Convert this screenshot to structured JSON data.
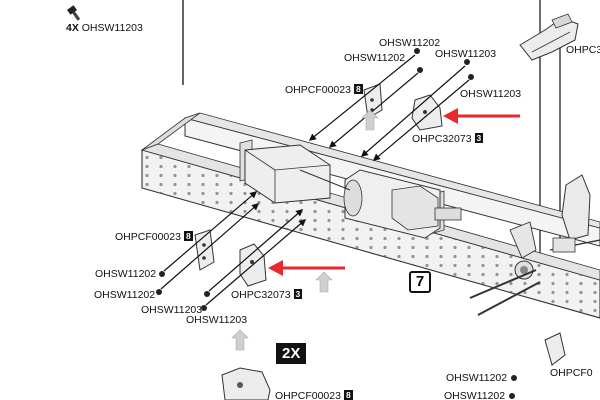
{
  "labels": {
    "qty_top": "4X",
    "ohsw11203": "OHSW11203",
    "ohsw11202": "OHSW11202",
    "ohpcf00023": "OHPCF00023",
    "ohpc32073": "OHPC32073",
    "ohpc_cut": "OHPC3",
    "ohpcf_cut": "OHPCF0",
    "badge_8": "8",
    "badge_3": "3",
    "qty_bottom": "2X",
    "step": "7"
  },
  "colors": {
    "arrow": "#e8292b",
    "frame_fill": "#f2f2f2",
    "frame_stroke": "#333333",
    "lift_arrow": "#c9c9c9"
  },
  "icons": {
    "screw": "screw-icon",
    "bracket": "bracket-icon",
    "arrow": "red-arrow-icon"
  }
}
